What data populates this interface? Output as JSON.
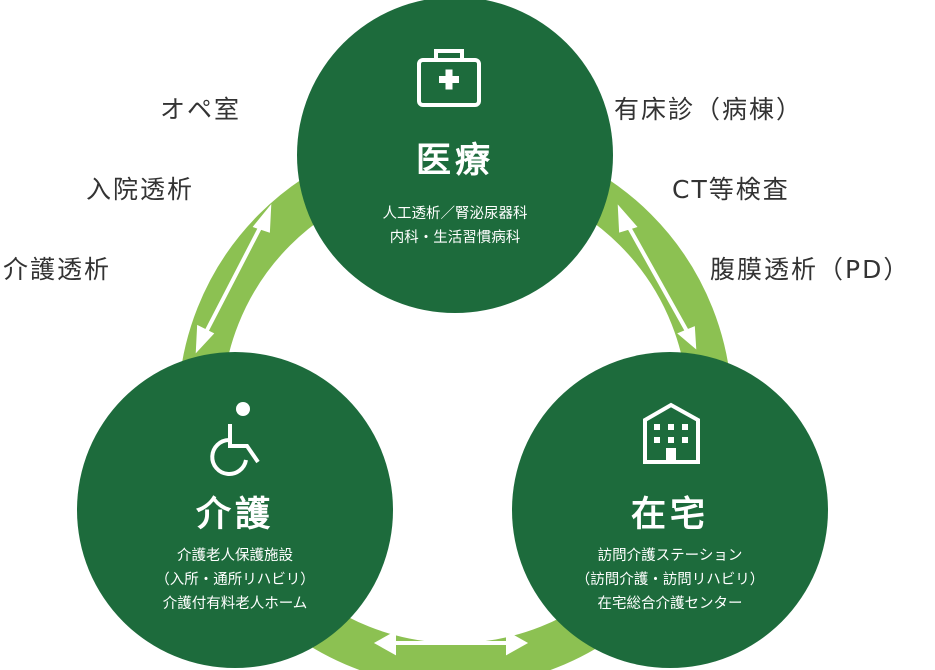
{
  "nodes": {
    "medical": {
      "icon": "first-aid-kit-icon",
      "title": "医療",
      "lines": [
        "人工透析／腎泌尿器科",
        "内科・生活習慣病科"
      ]
    },
    "care": {
      "icon": "wheelchair-icon",
      "title": "介護",
      "lines": [
        "介護老人保護施設",
        "（入所・通所リハビリ）",
        "介護付有料老人ホーム"
      ]
    },
    "home": {
      "icon": "building-icon",
      "title": "在宅",
      "lines": [
        "訪問介護ステーション",
        "（訪問介護・訪問リハビリ）",
        "在宅総合介護センター"
      ]
    }
  },
  "left_labels": [
    "オペ室",
    "入院透析",
    "介護透析"
  ],
  "right_labels": [
    "有床診（病棟）",
    "CT等検査",
    "腹膜透析（PD）"
  ],
  "colors": {
    "circle": "#1d6b3c",
    "ring": "#8cc152",
    "label_text": "#333333",
    "node_text": "#ffffff"
  }
}
